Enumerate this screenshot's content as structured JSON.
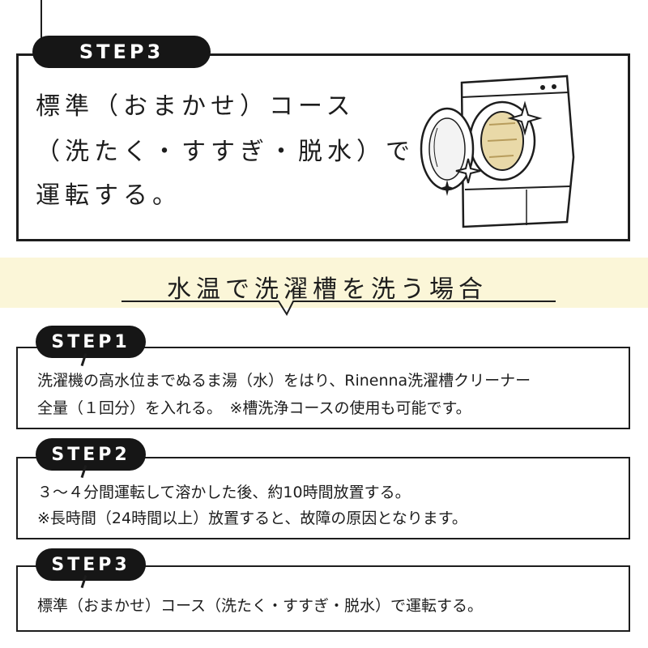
{
  "top_step": {
    "label": "STEP3",
    "lines": [
      "標準（おまかせ）コース",
      "（洗たく・すすぎ・脱水）で",
      "運転する。"
    ]
  },
  "section": {
    "title": "水温で洗濯槽を洗う場合"
  },
  "steps": [
    {
      "label": "STEP1",
      "lines": [
        "洗濯機の高水位までぬるま湯（水）をはり、Rinenna洗濯槽クリーナー",
        "全量（１回分）を入れる。　※槽洗浄コースの使用も可能です。"
      ]
    },
    {
      "label": "STEP2",
      "lines": [
        "３～４分間運転して溶かした後、約10時間放置する。",
        "※長時間（24時間以上）放置すると、故障の原因となります。"
      ]
    },
    {
      "label": "STEP3",
      "lines": [
        "標準（おまかせ）コース（洗たく・すすぎ・脱水）で運転する。"
      ]
    }
  ],
  "colors": {
    "ink": "#1d1d1d",
    "band": "#fbf6d8",
    "drum": "#e9d9a8"
  },
  "icons": [
    "washing-machine-icon",
    "sparkle-icon"
  ]
}
